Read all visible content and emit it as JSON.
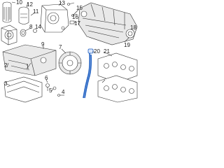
{
  "diagram": {
    "highlight_color": "#1e5fc2",
    "line_color": "#333333",
    "callouts": [
      "1",
      "2",
      "3",
      "4",
      "5",
      "6",
      "7",
      "8",
      "9",
      "10",
      "11",
      "12",
      "13",
      "14",
      "15",
      "16",
      "17",
      "18",
      "19",
      "20",
      "21"
    ]
  }
}
